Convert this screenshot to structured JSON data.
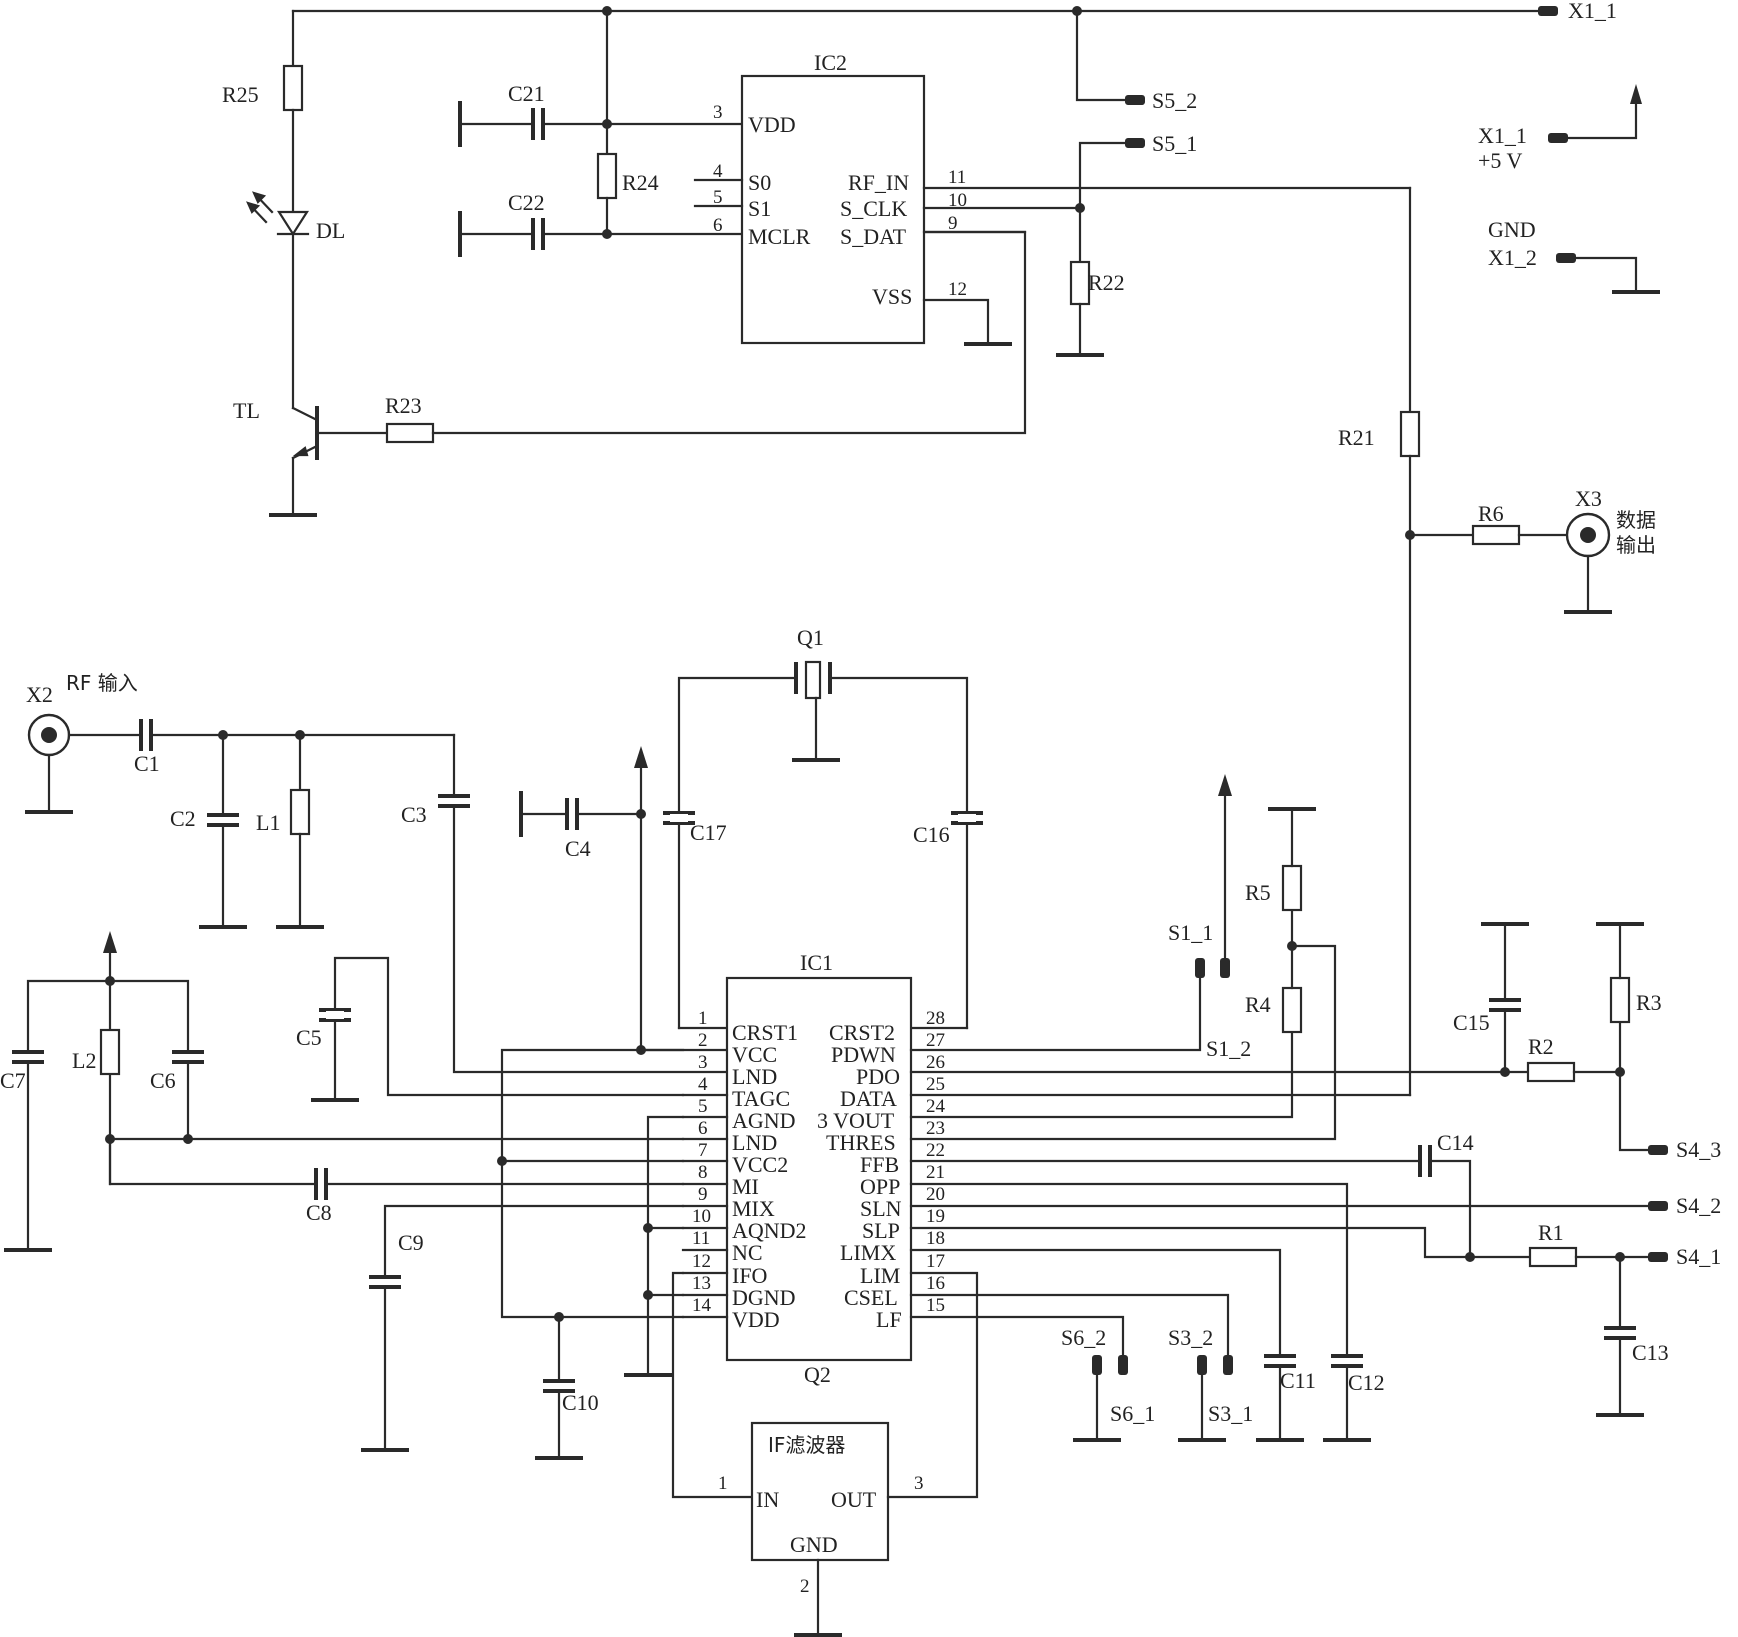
{
  "ic2": {
    "name": "IC2",
    "left_pins": [
      {
        "num": "3",
        "label": "VDD"
      },
      {
        "num": "4",
        "label": "S0"
      },
      {
        "num": "5",
        "label": "S1"
      },
      {
        "num": "6",
        "label": "MCLR"
      }
    ],
    "right_pins": [
      {
        "num": "11",
        "label": "RF_IN"
      },
      {
        "num": "10",
        "label": "S_CLK"
      },
      {
        "num": "9",
        "label": "S_DAT"
      },
      {
        "num": "12",
        "label": "VSS"
      }
    ]
  },
  "ic1": {
    "name": "IC1",
    "left_pins": [
      {
        "num": "1",
        "label": "CRST1"
      },
      {
        "num": "2",
        "label": "VCC"
      },
      {
        "num": "3",
        "label": "LND"
      },
      {
        "num": "4",
        "label": "TAGC"
      },
      {
        "num": "5",
        "label": "AGND"
      },
      {
        "num": "6",
        "label": "LND"
      },
      {
        "num": "7",
        "label": "VCC2"
      },
      {
        "num": "8",
        "label": "MI"
      },
      {
        "num": "9",
        "label": "MIX"
      },
      {
        "num": "10",
        "label": "AQND2"
      },
      {
        "num": "11",
        "label": "NC"
      },
      {
        "num": "12",
        "label": "IFO"
      },
      {
        "num": "13",
        "label": "DGND"
      },
      {
        "num": "14",
        "label": "VDD"
      }
    ],
    "right_pins": [
      {
        "num": "28",
        "label": "CRST2"
      },
      {
        "num": "27",
        "label": "PDWN"
      },
      {
        "num": "26",
        "label": "PDO"
      },
      {
        "num": "25",
        "label": "DATA"
      },
      {
        "num": "24",
        "label": "3 VOUT"
      },
      {
        "num": "23",
        "label": "THRES"
      },
      {
        "num": "22",
        "label": "FFB"
      },
      {
        "num": "21",
        "label": "OPP"
      },
      {
        "num": "20",
        "label": "SLN"
      },
      {
        "num": "19",
        "label": "SLP"
      },
      {
        "num": "18",
        "label": "LIMX"
      },
      {
        "num": "17",
        "label": "LIM"
      },
      {
        "num": "16",
        "label": "CSEL"
      },
      {
        "num": "15",
        "label": "LF"
      }
    ]
  },
  "ic_q2": "Q2",
  "filter": {
    "title": "IF滤波器",
    "in_label": "IN",
    "out_label": "OUT",
    "gnd_label": "GND",
    "pin_in": "1",
    "pin_out": "3",
    "pin_gnd": "2"
  },
  "components": {
    "r25": "R25",
    "r24": "R24",
    "r23": "R23",
    "r22": "R22",
    "r21": "R21",
    "r6": "R6",
    "r5": "R5",
    "r4": "R4",
    "r3": "R3",
    "r2": "R2",
    "r1": "R1",
    "c21": "C21",
    "c22": "C22",
    "c1": "C1",
    "c2": "C2",
    "c3": "C3",
    "c4": "C4",
    "c5": "C5",
    "c6": "C6",
    "c7": "C7",
    "c8": "C8",
    "c9": "C9",
    "c10": "C10",
    "c11": "C11",
    "c12": "C12",
    "c13": "C13",
    "c14": "C14",
    "c15": "C15",
    "c16": "C16",
    "c17": "C17",
    "l1": "L1",
    "l2": "L2",
    "dl": "DL",
    "tl": "TL",
    "q1": "Q1"
  },
  "connectors": {
    "x1_1_top": "X1_1",
    "s5_2": "S5_2",
    "s5_1": "S5_1",
    "x1_1": "X1_1",
    "plus5v": "+5 V",
    "gnd": "GND",
    "x1_2": "X1_2",
    "x3": "X3",
    "x3_desc_line1": "数据",
    "x3_desc_line2": "输出",
    "x2": "X2",
    "rf_in": "RF 输入",
    "s1_1": "S1_1",
    "s1_2": "S1_2",
    "s4_3": "S4_3",
    "s4_2": "S4_2",
    "s4_1": "S4_1",
    "s6_2": "S6_2",
    "s6_1": "S6_1",
    "s3_2": "S3_2",
    "s3_1": "S3_1"
  }
}
